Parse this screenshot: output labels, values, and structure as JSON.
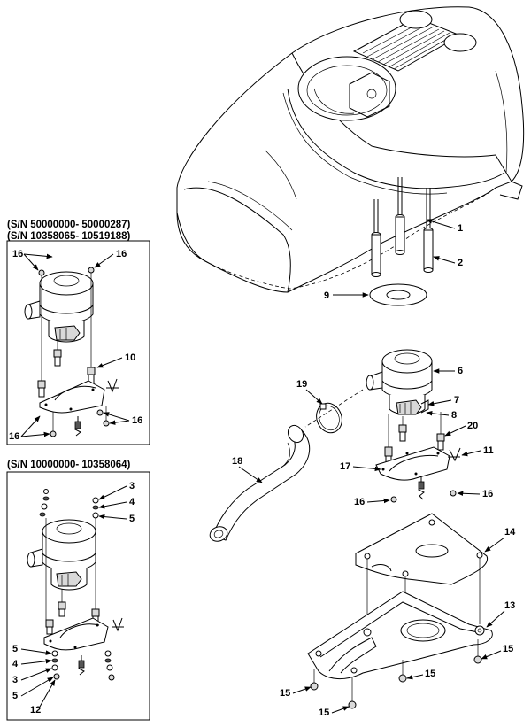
{
  "box_top": {
    "serial_line_1": "(S/N 50000000- 50000287)",
    "serial_line_2": "(S/N 10358065- 10519188)",
    "callouts": [
      "16",
      "16",
      "10",
      "16",
      "16"
    ]
  },
  "box_bottom": {
    "serial_line_1": "(S/N 10000000- 10358064)",
    "callouts": [
      "3",
      "4",
      "5",
      "5",
      "4",
      "3",
      "5",
      "12"
    ]
  },
  "main": {
    "callouts": [
      "1",
      "2",
      "9",
      "6",
      "7",
      "8",
      "19",
      "20",
      "11",
      "17",
      "16",
      "16",
      "18",
      "14",
      "13",
      "15",
      "15",
      "15",
      "15"
    ]
  }
}
